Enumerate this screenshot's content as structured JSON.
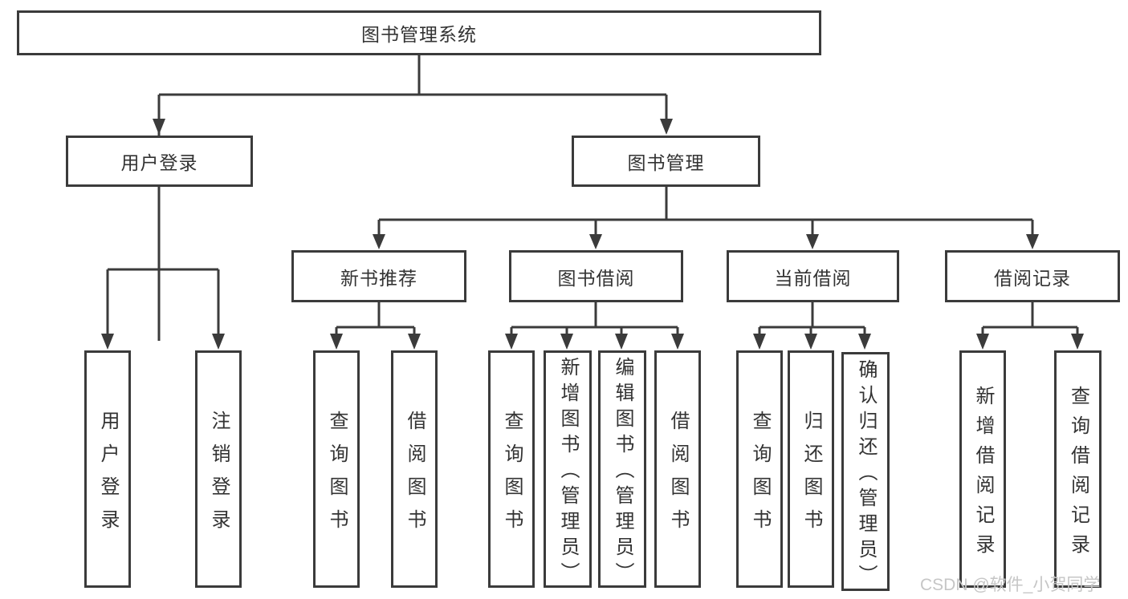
{
  "diagram": {
    "root": {
      "label": "图书管理系统"
    },
    "level2": [
      {
        "label": "用户登录"
      },
      {
        "label": "图书管理"
      }
    ],
    "level3": [
      {
        "label": "新书推荐"
      },
      {
        "label": "图书借阅"
      },
      {
        "label": "当前借阅"
      },
      {
        "label": "借阅记录"
      }
    ],
    "leaves": {
      "user": [
        "用户登录",
        "注销登录"
      ],
      "recommend": [
        "查询图书",
        "借阅图书"
      ],
      "borrow": [
        "查询图书",
        "新增图书（管理员）",
        "编辑图书（管理员）",
        "借阅图书"
      ],
      "current": [
        "查询图书",
        "归还图书",
        "确认归还（管理员）"
      ],
      "records": [
        "新增借阅记录",
        "查询借阅记录"
      ]
    }
  },
  "watermark": {
    "text": "CSDN @软件_小贺同学"
  },
  "colors": {
    "line": "#3b3b3b",
    "text": "#333333",
    "watermark": "#c6c6c6",
    "background": "#ffffff"
  }
}
